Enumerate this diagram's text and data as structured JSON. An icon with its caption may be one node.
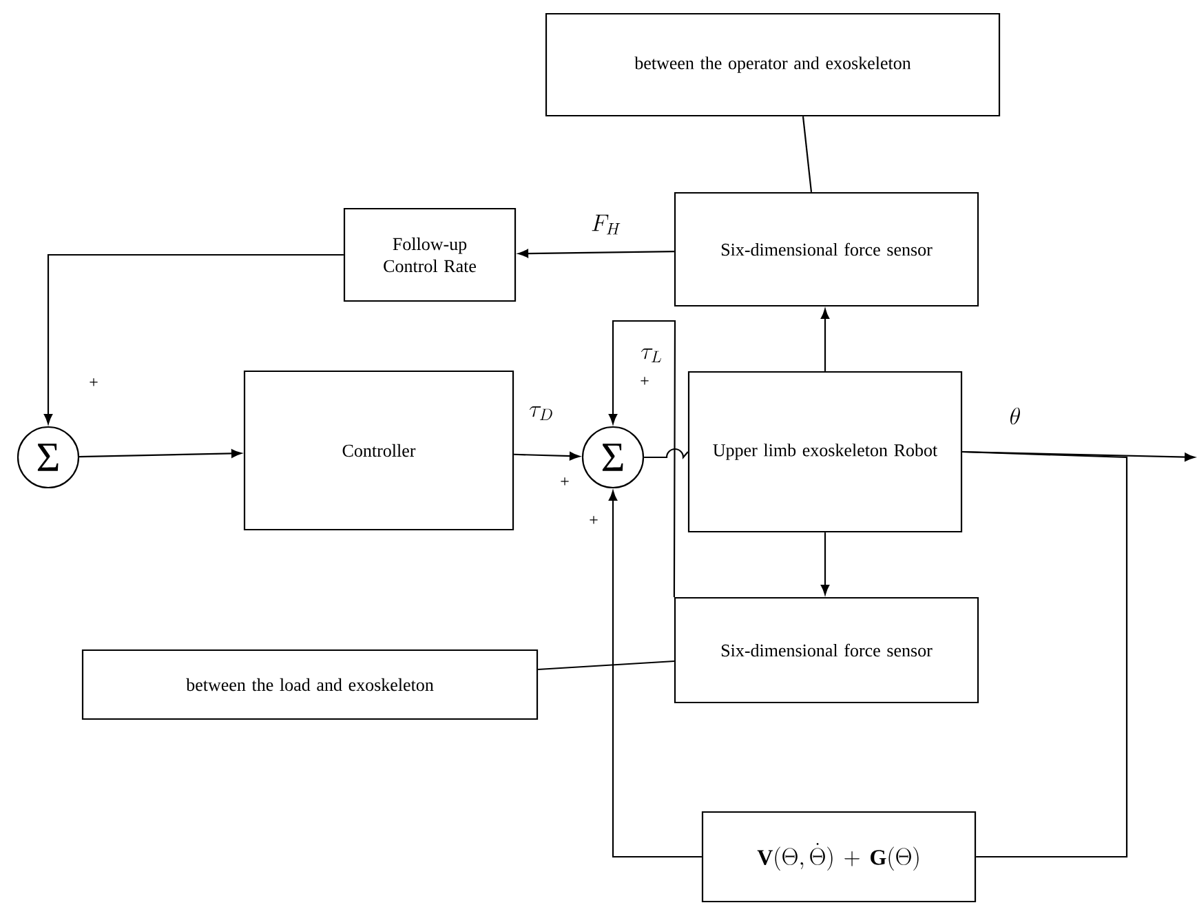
{
  "diagram": {
    "nodes": [
      {
        "text": [
          "between the operator and exoskeleton"
        ]
      },
      {
        "text": [
          "Six-dimensional force sensor"
        ]
      },
      {
        "text": [
          "Follow-up Control Rate"
        ]
      },
      {
        "text": [
          "Σ"
        ]
      },
      {
        "text": [
          "Controller"
        ]
      },
      {
        "text": [
          "Σ"
        ]
      },
      {
        "text": [
          "Upper limb exoskeleton Robot"
        ]
      },
      {
        "text": [
          "Six-dimensional force sensor"
        ]
      },
      {
        "text": [
          "between the load and exoskeleton"
        ]
      },
      {
        "text": [
          "\\mathbf{V}(\\Theta,\\dot{\\Theta})+\\mathbf{G}(\\Theta)"
        ]
      }
    ],
    "edges": [
      {
        "from": 1,
        "to": 2,
        "arrow": "to",
        "label": "F_H"
      },
      {
        "from": 2,
        "to": 3,
        "arrow": "to"
      },
      {
        "from": 3,
        "to": 4,
        "arrow": "to"
      },
      {
        "from": 4,
        "to": 5,
        "arrow": "to",
        "label": "\\tau_D"
      },
      {
        "from": 7,
        "to": 5,
        "arrow": "to",
        "label": "\\tau_L"
      },
      {
        "from": 5,
        "to": 6,
        "arrow": "none"
      },
      {
        "from": 6,
        "to": 1,
        "arrow": "to"
      },
      {
        "from": 6,
        "to": 7,
        "arrow": "to"
      },
      {
        "from": 6,
        "to": null,
        "arrow": "to",
        "label": "\\theta"
      },
      {
        "from": 6,
        "to": 9,
        "arrow": "none"
      },
      {
        "from": 9,
        "to": 5,
        "arrow": "to"
      },
      {
        "from": 0,
        "to": 1,
        "arrow": "none"
      },
      {
        "from": 8,
        "to": 7,
        "arrow": "none"
      }
    ],
    "labels": [
      "+",
      "+",
      "+",
      "+"
    ]
  }
}
